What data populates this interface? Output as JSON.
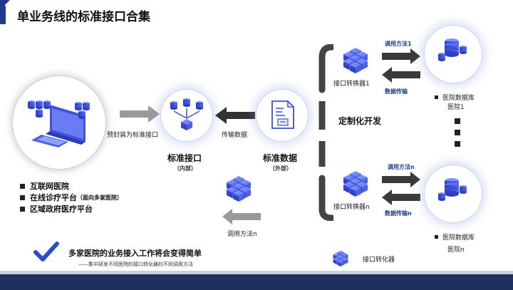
{
  "title": "单业务线的标准接口合集",
  "left_list": {
    "items": [
      {
        "text": "互联网医院",
        "note": ""
      },
      {
        "text": "在线诊疗平台",
        "note": "（面向多家医院）"
      },
      {
        "text": "区域政府医疗平台",
        "note": ""
      }
    ]
  },
  "flow": {
    "wrap_label": "预封装为标准接口",
    "transmit_label": "传输数据",
    "std_interface_label": "标准接口",
    "std_interface_sub": "（内部）",
    "std_data_label": "标准数据",
    "std_data_sub": "（外部）",
    "call_method_n": "调用方法n"
  },
  "right": {
    "custom_dev": "定制化开发",
    "converter_1": "接口转换器1",
    "converter_n": "接口转换器n",
    "call_method_1": "调用方法1",
    "data_transfer": "数据传输",
    "call_method_n": "调用方法n",
    "data_transfer_n": "数据传输n",
    "db_label": "医院数据库",
    "hospital_1": "医院1",
    "hospital_n": "医院n"
  },
  "legend": {
    "label": "接口转化器"
  },
  "conclusion": {
    "main": "多家医院的业务接入工作将会变得简单",
    "sub": "——集中研发不同医院的接口转化器的不同调用方法"
  },
  "colors": {
    "primary": "#1f3a8c",
    "accent_blue": "#3b4fd8",
    "arrow_gray": "#8a8a8a",
    "arrow_dark": "#3a3a3a",
    "footer": "#1f2f5c"
  }
}
